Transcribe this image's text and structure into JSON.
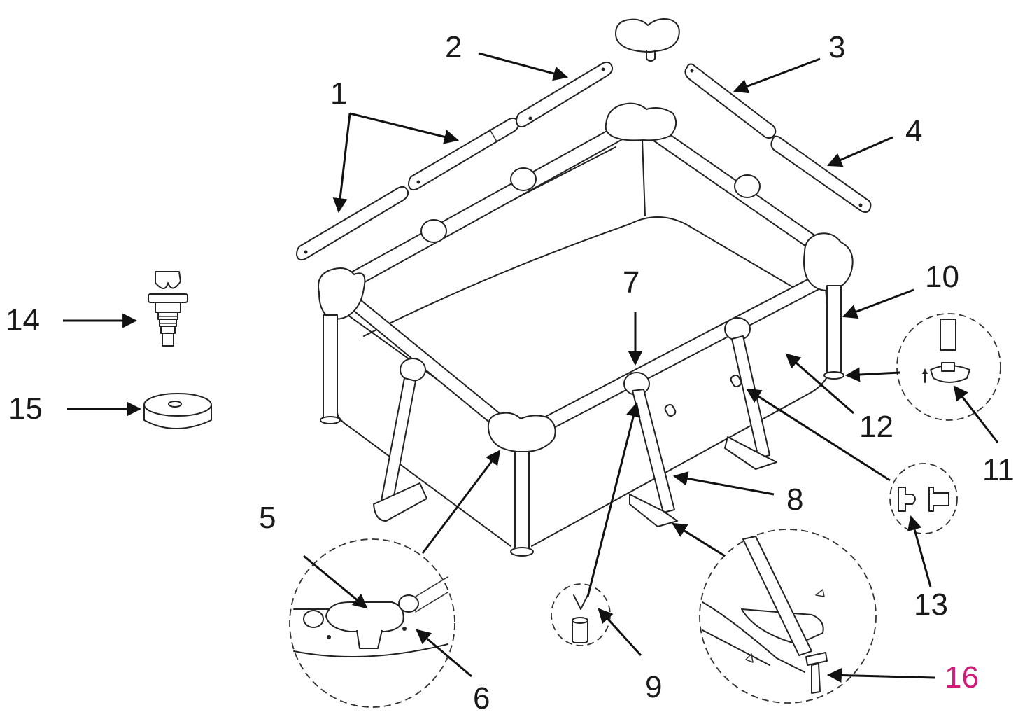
{
  "labels": [
    {
      "id": "1",
      "text": "1"
    },
    {
      "id": "2",
      "text": "2"
    },
    {
      "id": "3",
      "text": "3"
    },
    {
      "id": "4",
      "text": "4"
    },
    {
      "id": "5",
      "text": "5"
    },
    {
      "id": "6",
      "text": "6"
    },
    {
      "id": "7",
      "text": "7"
    },
    {
      "id": "8",
      "text": "8"
    },
    {
      "id": "9",
      "text": "9"
    },
    {
      "id": "10",
      "text": "10"
    },
    {
      "id": "11",
      "text": "11"
    },
    {
      "id": "12",
      "text": "12"
    },
    {
      "id": "13",
      "text": "13"
    },
    {
      "id": "14",
      "text": "14"
    },
    {
      "id": "15",
      "text": "15"
    },
    {
      "id": "16",
      "text": "16"
    }
  ],
  "colors": {
    "label_default": "#1a1a1a",
    "label_highlight": "#d6197a",
    "line": "#222222",
    "background": "#ffffff"
  }
}
